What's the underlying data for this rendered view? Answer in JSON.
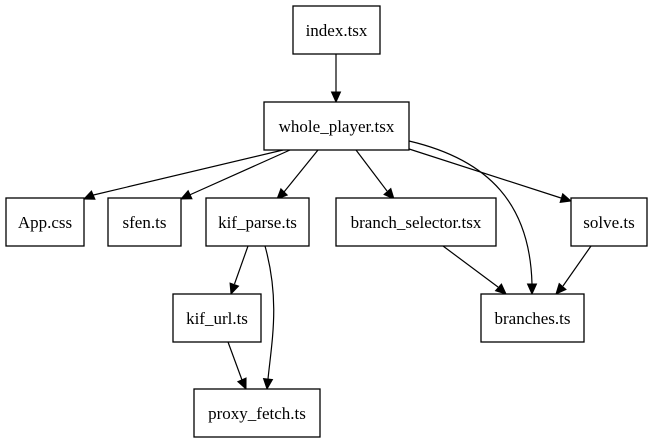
{
  "graph": {
    "nodes": [
      {
        "id": "index",
        "label": "index.tsx"
      },
      {
        "id": "whole_player",
        "label": "whole_player.tsx"
      },
      {
        "id": "app_css",
        "label": "App.css"
      },
      {
        "id": "sfen",
        "label": "sfen.ts"
      },
      {
        "id": "kif_parse",
        "label": "kif_parse.ts"
      },
      {
        "id": "branch_selector",
        "label": "branch_selector.tsx"
      },
      {
        "id": "solve",
        "label": "solve.ts"
      },
      {
        "id": "kif_url",
        "label": "kif_url.ts"
      },
      {
        "id": "branches",
        "label": "branches.ts"
      },
      {
        "id": "proxy_fetch",
        "label": "proxy_fetch.ts"
      }
    ],
    "edges": [
      {
        "from": "index",
        "to": "whole_player"
      },
      {
        "from": "whole_player",
        "to": "app_css"
      },
      {
        "from": "whole_player",
        "to": "sfen"
      },
      {
        "from": "whole_player",
        "to": "kif_parse"
      },
      {
        "from": "whole_player",
        "to": "branch_selector"
      },
      {
        "from": "whole_player",
        "to": "solve"
      },
      {
        "from": "whole_player",
        "to": "branches"
      },
      {
        "from": "kif_parse",
        "to": "kif_url"
      },
      {
        "from": "kif_parse",
        "to": "proxy_fetch"
      },
      {
        "from": "kif_url",
        "to": "proxy_fetch"
      },
      {
        "from": "branch_selector",
        "to": "branches"
      },
      {
        "from": "solve",
        "to": "branches"
      }
    ]
  }
}
